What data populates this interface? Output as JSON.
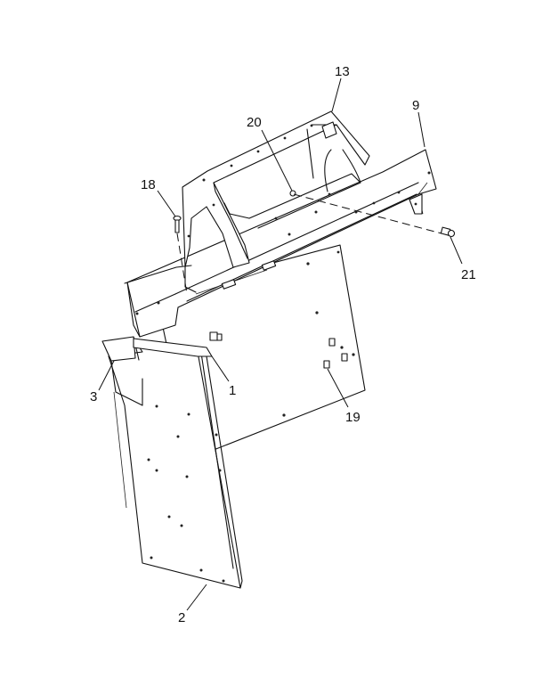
{
  "callouts": {
    "c1": "1",
    "c2": "2",
    "c3": "3",
    "c9": "9",
    "c13": "13",
    "c18": "18",
    "c19": "19",
    "c20": "20",
    "c21": "21"
  }
}
